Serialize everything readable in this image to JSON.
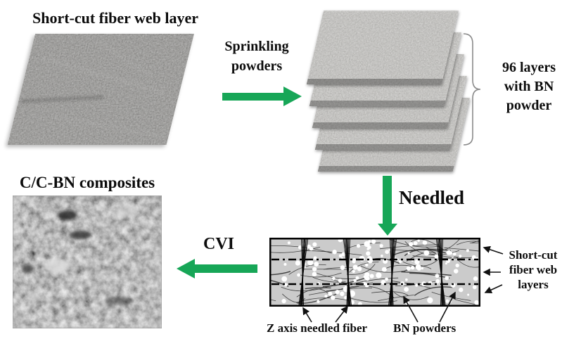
{
  "figure": {
    "top_left_title": "Short-cut fiber web layer",
    "bottom_left_title": "C/C-BN composites",
    "steps": {
      "sprinkling": [
        "Sprinkling",
        "powders"
      ],
      "needled": "Needled",
      "cvi": "CVI"
    },
    "stack_label": [
      "96 layers",
      "with BN",
      "powder"
    ],
    "schematic": {
      "right_label": [
        "Short-cut",
        "fiber web",
        "layers"
      ],
      "z_axis_label": "Z axis needled fiber",
      "bn_label": "BN powders"
    },
    "colors": {
      "arrow_green": "#17a657",
      "schematic_bg": "#cbcbcb"
    }
  }
}
